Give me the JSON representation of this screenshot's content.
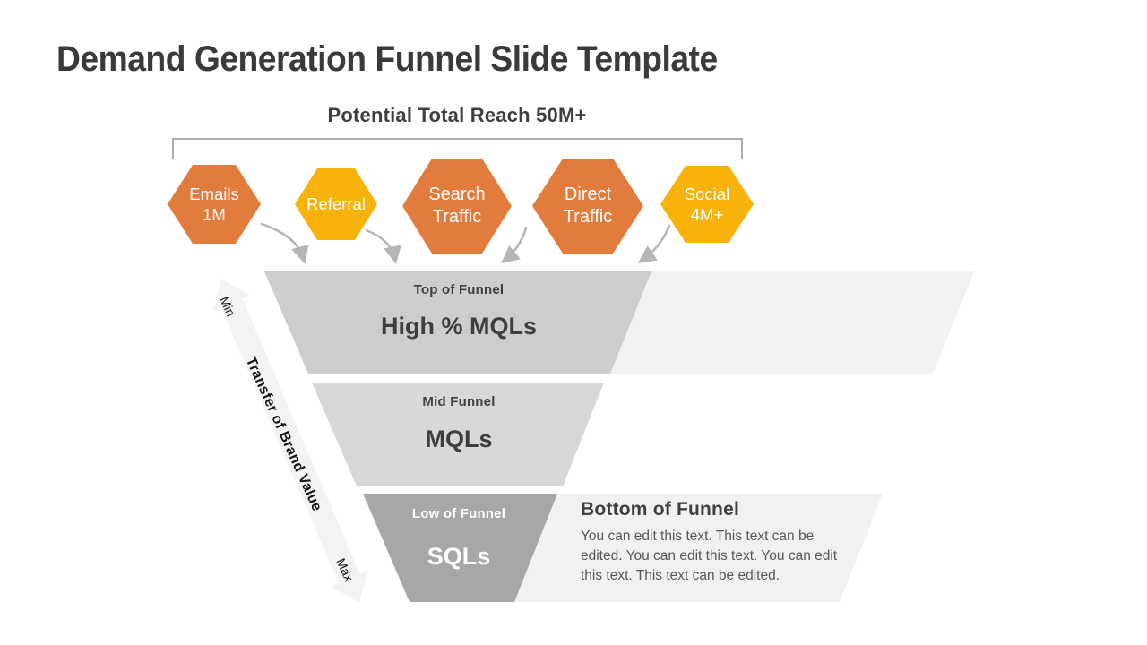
{
  "slide": {
    "title": "Demand Generation Funnel Slide Template",
    "reach_label": "Potential Total Reach 50M+"
  },
  "sources": [
    {
      "line1": "Emails",
      "line2": "1M"
    },
    {
      "line1": "Referral",
      "line2": ""
    },
    {
      "line1": "Search",
      "line2": "Traffic"
    },
    {
      "line1": "Direct",
      "line2": "Traffic"
    },
    {
      "line1": "Social",
      "line2": "4M+"
    }
  ],
  "funnel": {
    "stages": [
      {
        "eyebrow": "Top of Funnel",
        "label": "High % MQLs"
      },
      {
        "eyebrow": "Mid Funnel",
        "label": "MQLs"
      },
      {
        "eyebrow": "Low of Funnel",
        "label": "SQLs"
      }
    ]
  },
  "axis": {
    "title": "Transfer of Brand Value",
    "min": "Min",
    "max": "Max"
  },
  "callout": {
    "heading": "Bottom of Funnel",
    "body": "You can edit this text. This text can be edited. You can edit this text. You can edit this text. This text can be edited."
  },
  "colors": {
    "orange": "#E17C3C",
    "yellow": "#F7B20B",
    "funnel_top": "#CDCDCD",
    "funnel_mid": "#D8D8D8",
    "funnel_bottom": "#A7A7A7",
    "band": "#F1F1F1",
    "axis_arrow": "#F3F3F3",
    "connector": "#B5B5B5",
    "bracket": "#ACACAC",
    "title_text": "#3A3A3A",
    "dark_text": "#404040",
    "body_text": "#575757"
  }
}
